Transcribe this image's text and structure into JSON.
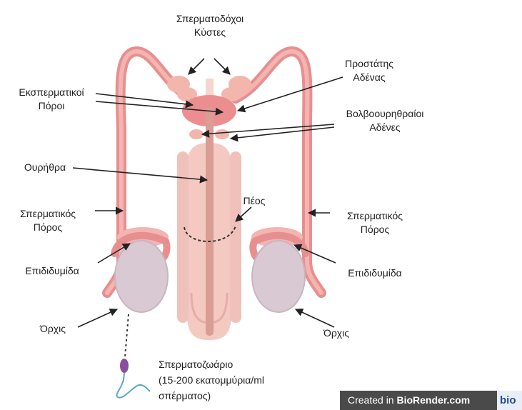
{
  "labels": {
    "seminal_vesicles": [
      "Σπερματοδόχοι",
      "Κύστες"
    ],
    "prostate": [
      "Προστάτης",
      "Αδένας"
    ],
    "ejaculatory_ducts": [
      "Εκσπερματικοί",
      "Πόροι"
    ],
    "bulbourethral": [
      "Βολβοουρηθραίοι",
      "Αδένες"
    ],
    "urethra": "Ουρήθρα",
    "penis": "Πέος",
    "vas_deferens_left": [
      "Σπερματικός",
      "Πόρος"
    ],
    "vas_deferens_right": [
      "Σπερματικός",
      "Πόρος"
    ],
    "epididymis_left": "Επιδιδυμίδα",
    "epididymis_right": "Επιδιδυμίδα",
    "testis_left": "Όρχις",
    "testis_right": "Όρχις",
    "sperm": [
      "Σπερματοζωάριο",
      "(15-200 εκατομμύρια/ml",
      "σπέρματος)"
    ]
  },
  "watermark": {
    "prefix": "Created in ",
    "brand": "BioRender.com",
    "logo": "bio"
  },
  "colors": {
    "duct": "#e78f8f",
    "duct_light": "#f3b4b2",
    "testis": "#d9c9d3",
    "penis": "#f3c9c2",
    "penis_shade": "#e8aca5",
    "urethra": "#d99d93",
    "prostate": "#ec8e90",
    "glands": "#f2b6ad",
    "arrow": "#222222"
  }
}
